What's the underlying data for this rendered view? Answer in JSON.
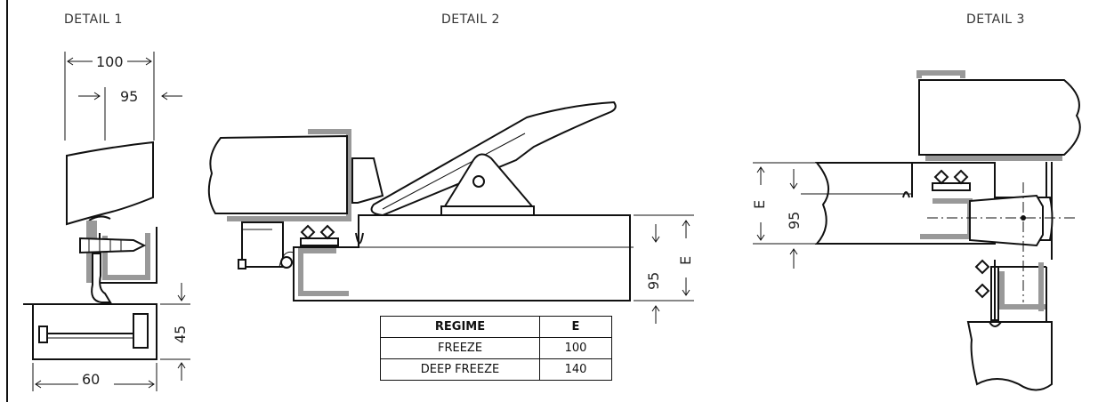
{
  "details": {
    "d1": {
      "title": "DETAIL 1",
      "dim_top": "100",
      "dim_inner": "95",
      "dim_height": "45",
      "dim_width": "60"
    },
    "d2": {
      "title": "DETAIL 2",
      "dim_95": "95",
      "dim_e": "E"
    },
    "d3": {
      "title": "DETAIL 3",
      "dim_e": "E",
      "dim_95": "95"
    }
  },
  "table": {
    "headers": [
      "REGIME",
      "E"
    ],
    "rows": [
      [
        "FREEZE",
        "100"
      ],
      [
        "DEEP FREEZE",
        "140"
      ]
    ]
  },
  "colors": {
    "line": "#111111",
    "seal_gray": "#999999"
  }
}
